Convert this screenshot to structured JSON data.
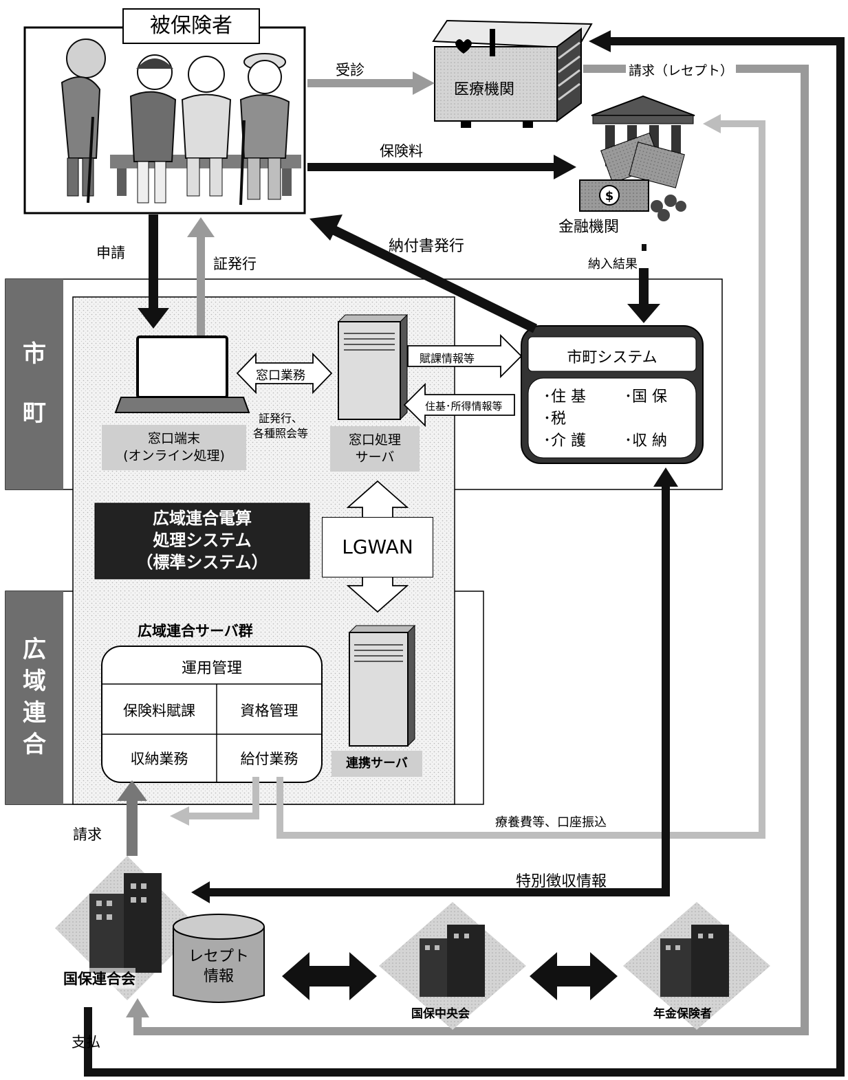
{
  "actors": {
    "insured": "被保険者",
    "medical": "医療機関",
    "financial": "金融機関",
    "kokuho_rengokai": "国保連合会",
    "kokuho_chuokai": "国保中央会",
    "pension": "年金保険者",
    "receipt_db": [
      "レセプト",
      "情報"
    ]
  },
  "sections": {
    "city": [
      "市",
      "町"
    ],
    "union": [
      "広",
      "域",
      "連",
      "合"
    ]
  },
  "city_area": {
    "terminal": [
      "窓口端末",
      "(オンライン処理)"
    ],
    "server": [
      "窓口処理",
      "サーバ"
    ],
    "window_work": "窓口業務",
    "window_note": [
      "証発行、",
      "各種照会等"
    ],
    "assessment_info": "賦課情報等",
    "resident_info": "住基･所得情報等"
  },
  "city_system": {
    "title": "市町システム",
    "items": [
      "･住 基",
      "･国 保",
      "･税",
      "･介 護",
      "･収 納"
    ]
  },
  "standard_system": [
    "広域連合電算",
    "処理システム",
    "（標準システム）"
  ],
  "lgwan": "LGWAN",
  "union_area": {
    "server_group_title": "広域連合サーバ群",
    "ops": "運用管理",
    "cells": [
      "保険料賦課",
      "資格管理",
      "収納業務",
      "給付業務"
    ],
    "link_server": "連携サーバ"
  },
  "flows": {
    "consult": "受診",
    "premium": "保険料",
    "apply": "申請",
    "issue_cert": "証発行",
    "payment_slip": "納付書発行",
    "payment_result": "納入結果",
    "claim_receipt": "請求（レセプト）",
    "medical_payment": "療養費等、口座振込",
    "special_collection": "特別徴収情報",
    "claim": "請求",
    "pay": "支払"
  }
}
